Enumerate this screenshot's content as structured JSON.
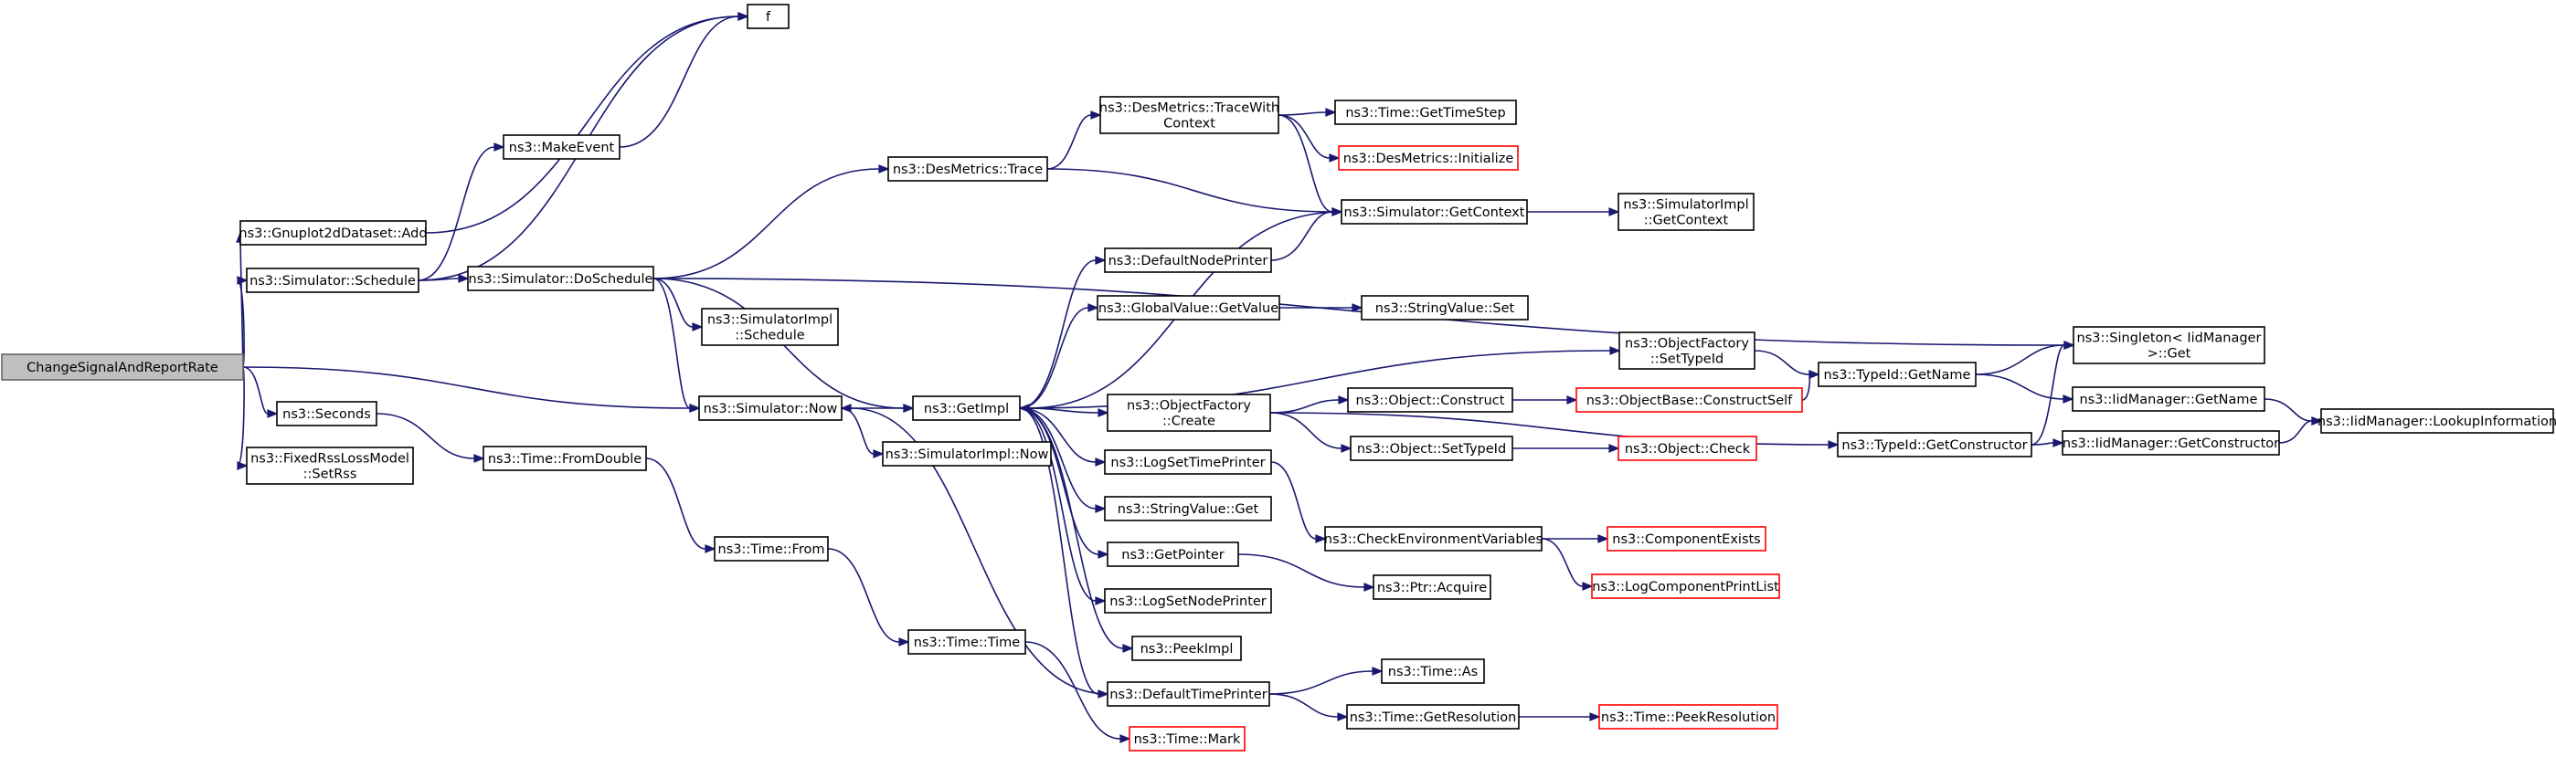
{
  "nodes": [
    {
      "id": "root",
      "lines": [
        "ChangeSignalAndReportRate"
      ],
      "style": "root"
    },
    {
      "id": "gnuplotAdd",
      "lines": [
        "ns3::Gnuplot2dDataset::Add"
      ]
    },
    {
      "id": "schedule",
      "lines": [
        "ns3::Simulator::Schedule"
      ]
    },
    {
      "id": "now",
      "lines": [
        "ns3::Simulator::Now"
      ]
    },
    {
      "id": "seconds",
      "lines": [
        "ns3::Seconds"
      ]
    },
    {
      "id": "setRss",
      "lines": [
        "ns3::FixedRssLossModel",
        "::SetRss"
      ]
    },
    {
      "id": "f",
      "lines": [
        "f"
      ]
    },
    {
      "id": "makeEvent",
      "lines": [
        "ns3::MakeEvent"
      ]
    },
    {
      "id": "doSchedule",
      "lines": [
        "ns3::Simulator::DoSchedule"
      ]
    },
    {
      "id": "implSchedule",
      "lines": [
        "ns3::SimulatorImpl",
        "::Schedule"
      ]
    },
    {
      "id": "getImpl",
      "lines": [
        "ns3::GetImpl"
      ]
    },
    {
      "id": "implNow",
      "lines": [
        "ns3::SimulatorImpl::Now"
      ]
    },
    {
      "id": "fromDouble",
      "lines": [
        "ns3::Time::FromDouble"
      ]
    },
    {
      "id": "timeFrom",
      "lines": [
        "ns3::Time::From"
      ]
    },
    {
      "id": "timeTime",
      "lines": [
        "ns3::Time::Time"
      ]
    },
    {
      "id": "timeMark",
      "lines": [
        "ns3::Time::Mark"
      ],
      "style": "red"
    },
    {
      "id": "desTrace",
      "lines": [
        "ns3::DesMetrics::Trace"
      ]
    },
    {
      "id": "desTraceWith",
      "lines": [
        "ns3::DesMetrics::TraceWith",
        "Context"
      ]
    },
    {
      "id": "getTimeStep",
      "lines": [
        "ns3::Time::GetTimeStep"
      ]
    },
    {
      "id": "desInit",
      "lines": [
        "ns3::DesMetrics::Initialize"
      ],
      "style": "red"
    },
    {
      "id": "getContext",
      "lines": [
        "ns3::Simulator::GetContext"
      ]
    },
    {
      "id": "implGetContext",
      "lines": [
        "ns3::SimulatorImpl",
        "::GetContext"
      ]
    },
    {
      "id": "defNodePrinter",
      "lines": [
        "ns3::DefaultNodePrinter"
      ]
    },
    {
      "id": "gvGetValue",
      "lines": [
        "ns3::GlobalValue::GetValue"
      ]
    },
    {
      "id": "svSet",
      "lines": [
        "ns3::StringValue::Set"
      ]
    },
    {
      "id": "ofSetTypeId",
      "lines": [
        "ns3::ObjectFactory",
        "::SetTypeId"
      ]
    },
    {
      "id": "ofCreate",
      "lines": [
        "ns3::ObjectFactory",
        "::Create"
      ]
    },
    {
      "id": "objConstruct",
      "lines": [
        "ns3::Object::Construct"
      ]
    },
    {
      "id": "obConstructSelf",
      "lines": [
        "ns3::ObjectBase::ConstructSelf"
      ],
      "style": "red"
    },
    {
      "id": "objSetTypeId",
      "lines": [
        "ns3::Object::SetTypeId"
      ]
    },
    {
      "id": "objCheck",
      "lines": [
        "ns3::Object::Check"
      ],
      "style": "red"
    },
    {
      "id": "logSetTimePrinter",
      "lines": [
        "ns3::LogSetTimePrinter"
      ]
    },
    {
      "id": "svGet",
      "lines": [
        "ns3::StringValue::Get"
      ]
    },
    {
      "id": "getPointer",
      "lines": [
        "ns3::GetPointer"
      ]
    },
    {
      "id": "logSetNodePrinter",
      "lines": [
        "ns3::LogSetNodePrinter"
      ]
    },
    {
      "id": "peekImpl",
      "lines": [
        "ns3::PeekImpl"
      ]
    },
    {
      "id": "defTimePrinter",
      "lines": [
        "ns3::DefaultTimePrinter"
      ]
    },
    {
      "id": "checkEnv",
      "lines": [
        "ns3::CheckEnvironmentVariables"
      ]
    },
    {
      "id": "ptrAcquire",
      "lines": [
        "ns3::Ptr::Acquire"
      ]
    },
    {
      "id": "compExists",
      "lines": [
        "ns3::ComponentExists"
      ],
      "style": "red"
    },
    {
      "id": "logCompPrintList",
      "lines": [
        "ns3::LogComponentPrintList"
      ],
      "style": "red"
    },
    {
      "id": "timeAs",
      "lines": [
        "ns3::Time::As"
      ]
    },
    {
      "id": "getResolution",
      "lines": [
        "ns3::Time::GetResolution"
      ]
    },
    {
      "id": "peekResolution",
      "lines": [
        "ns3::Time::PeekResolution"
      ],
      "style": "red"
    },
    {
      "id": "typeGetName",
      "lines": [
        "ns3::TypeId::GetName"
      ]
    },
    {
      "id": "typeGetConstructor",
      "lines": [
        "ns3::TypeId::GetConstructor"
      ]
    },
    {
      "id": "singletonGet",
      "lines": [
        "ns3::Singleton< IidManager",
        " >::Get"
      ]
    },
    {
      "id": "iidGetName",
      "lines": [
        "ns3::IidManager::GetName"
      ]
    },
    {
      "id": "iidGetConstructor",
      "lines": [
        "ns3::IidManager::GetConstructor"
      ]
    },
    {
      "id": "iidLookup",
      "lines": [
        "ns3::IidManager::LookupInformation"
      ]
    }
  ],
  "edges": [
    [
      "root",
      "gnuplotAdd"
    ],
    [
      "root",
      "schedule"
    ],
    [
      "root",
      "now"
    ],
    [
      "root",
      "seconds"
    ],
    [
      "root",
      "setRss"
    ],
    [
      "gnuplotAdd",
      "f"
    ],
    [
      "schedule",
      "f"
    ],
    [
      "schedule",
      "makeEvent"
    ],
    [
      "schedule",
      "doSchedule"
    ],
    [
      "makeEvent",
      "f"
    ],
    [
      "doSchedule",
      "desTrace"
    ],
    [
      "doSchedule",
      "singletonGet"
    ],
    [
      "doSchedule",
      "implSchedule"
    ],
    [
      "doSchedule",
      "now"
    ],
    [
      "doSchedule",
      "getImpl"
    ],
    [
      "now",
      "getImpl"
    ],
    [
      "now",
      "implNow"
    ],
    [
      "seconds",
      "fromDouble"
    ],
    [
      "fromDouble",
      "timeFrom"
    ],
    [
      "timeFrom",
      "timeTime"
    ],
    [
      "timeTime",
      "timeMark"
    ],
    [
      "desTrace",
      "desTraceWith"
    ],
    [
      "desTrace",
      "getContext"
    ],
    [
      "desTraceWith",
      "getTimeStep"
    ],
    [
      "desTraceWith",
      "desInit"
    ],
    [
      "desTraceWith",
      "getContext"
    ],
    [
      "getContext",
      "implGetContext"
    ],
    [
      "getContext",
      "getImpl"
    ],
    [
      "getImpl",
      "defNodePrinter"
    ],
    [
      "getImpl",
      "gvGetValue"
    ],
    [
      "getImpl",
      "ofSetTypeId"
    ],
    [
      "getImpl",
      "ofCreate"
    ],
    [
      "getImpl",
      "logSetTimePrinter"
    ],
    [
      "getImpl",
      "svGet"
    ],
    [
      "getImpl",
      "getPointer"
    ],
    [
      "getImpl",
      "logSetNodePrinter"
    ],
    [
      "getImpl",
      "peekImpl"
    ],
    [
      "getImpl",
      "defTimePrinter"
    ],
    [
      "defNodePrinter",
      "getContext"
    ],
    [
      "gvGetValue",
      "svSet"
    ],
    [
      "ofSetTypeId",
      "typeGetName"
    ],
    [
      "ofCreate",
      "objConstruct"
    ],
    [
      "ofCreate",
      "objSetTypeId"
    ],
    [
      "ofCreate",
      "typeGetConstructor"
    ],
    [
      "objConstruct",
      "obConstructSelf"
    ],
    [
      "obConstructSelf",
      "typeGetName"
    ],
    [
      "objSetTypeId",
      "objCheck"
    ],
    [
      "logSetTimePrinter",
      "checkEnv"
    ],
    [
      "checkEnv",
      "compExists"
    ],
    [
      "checkEnv",
      "logCompPrintList"
    ],
    [
      "getPointer",
      "ptrAcquire"
    ],
    [
      "defTimePrinter",
      "now"
    ],
    [
      "defTimePrinter",
      "timeAs"
    ],
    [
      "defTimePrinter",
      "getResolution"
    ],
    [
      "getResolution",
      "peekResolution"
    ],
    [
      "typeGetName",
      "singletonGet"
    ],
    [
      "typeGetName",
      "iidGetName"
    ],
    [
      "typeGetConstructor",
      "singletonGet"
    ],
    [
      "typeGetConstructor",
      "iidGetConstructor"
    ],
    [
      "iidGetName",
      "iidLookup"
    ],
    [
      "iidGetConstructor",
      "iidLookup"
    ]
  ]
}
